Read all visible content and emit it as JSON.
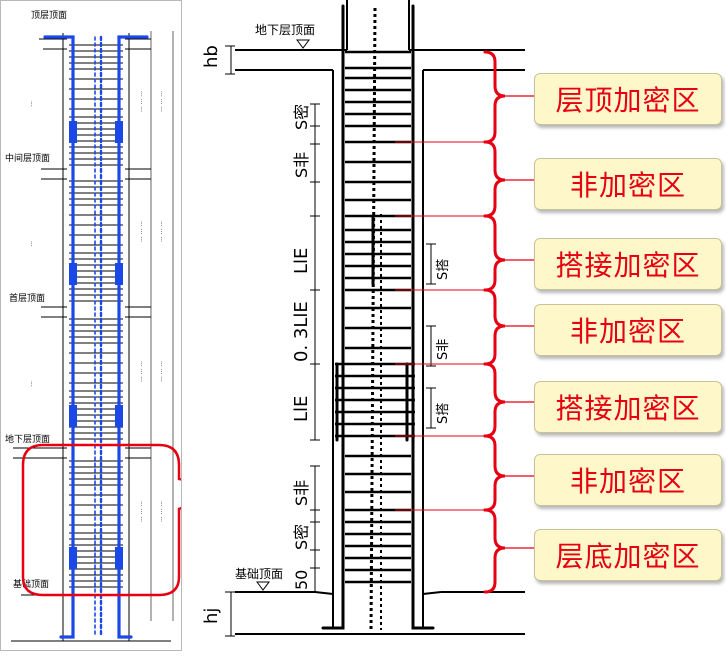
{
  "overview": {
    "labels": {
      "roof_top": "顶层顶面",
      "mid_floor_top": "中间层顶面",
      "first_floor_top": "首层顶面",
      "basement_top": "地下层顶面",
      "foundation_top": "基础顶面"
    },
    "highlight_color": "#e60012",
    "rebar_color": "#1a49e8"
  },
  "main": {
    "labels": {
      "basement_top": "地下层顶面",
      "foundation_top": "基础顶面"
    },
    "dimensions": {
      "hb": "hb",
      "s_dense_top": "S密",
      "s_sparse_top": "S非",
      "lle_upper": "LlE",
      "s_splice_upper": "S搭",
      "lap_03": "0. 3LlE",
      "s_sparse_mid": "S非",
      "lle_lower": "LlE",
      "s_splice_lower": "S搭",
      "s_sparse_bottom": "S非",
      "s_dense_bottom": "S密",
      "fifty": "50",
      "hj": "hj"
    }
  },
  "zones": [
    {
      "label": "层顶加密区"
    },
    {
      "label": "非加密区"
    },
    {
      "label": "搭接加密区"
    },
    {
      "label": "非加密区"
    },
    {
      "label": "搭接加密区"
    },
    {
      "label": "非加密区"
    },
    {
      "label": "层底加密区"
    }
  ],
  "colors": {
    "callout_fill": "#fdf7c9",
    "callout_text": "#e60012",
    "brace": "#e60012"
  }
}
